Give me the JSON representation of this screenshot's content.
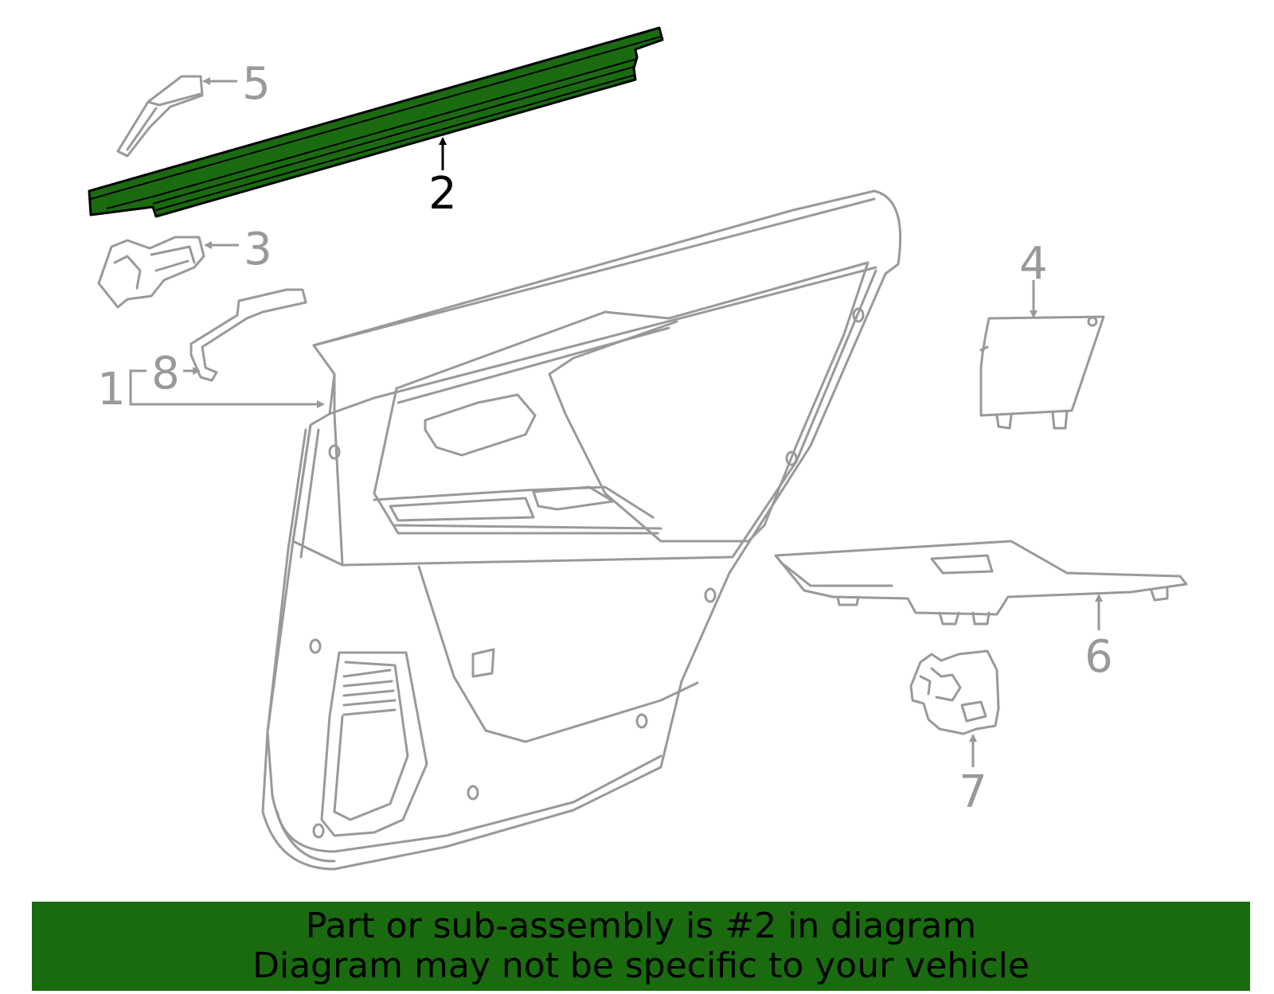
{
  "colors": {
    "highlight": "#1a6b10",
    "part_stroke": "#999999",
    "active_callout": "#000000"
  },
  "callouts": {
    "c1": "1",
    "c2": "2",
    "c3": "3",
    "c4": "4",
    "c5": "5",
    "c6": "6",
    "c7": "7",
    "c8": "8"
  },
  "banner": {
    "line1": "Part or sub-assembly is #2 in diagram",
    "line2": "Diagram may not be specific to your vehicle"
  }
}
